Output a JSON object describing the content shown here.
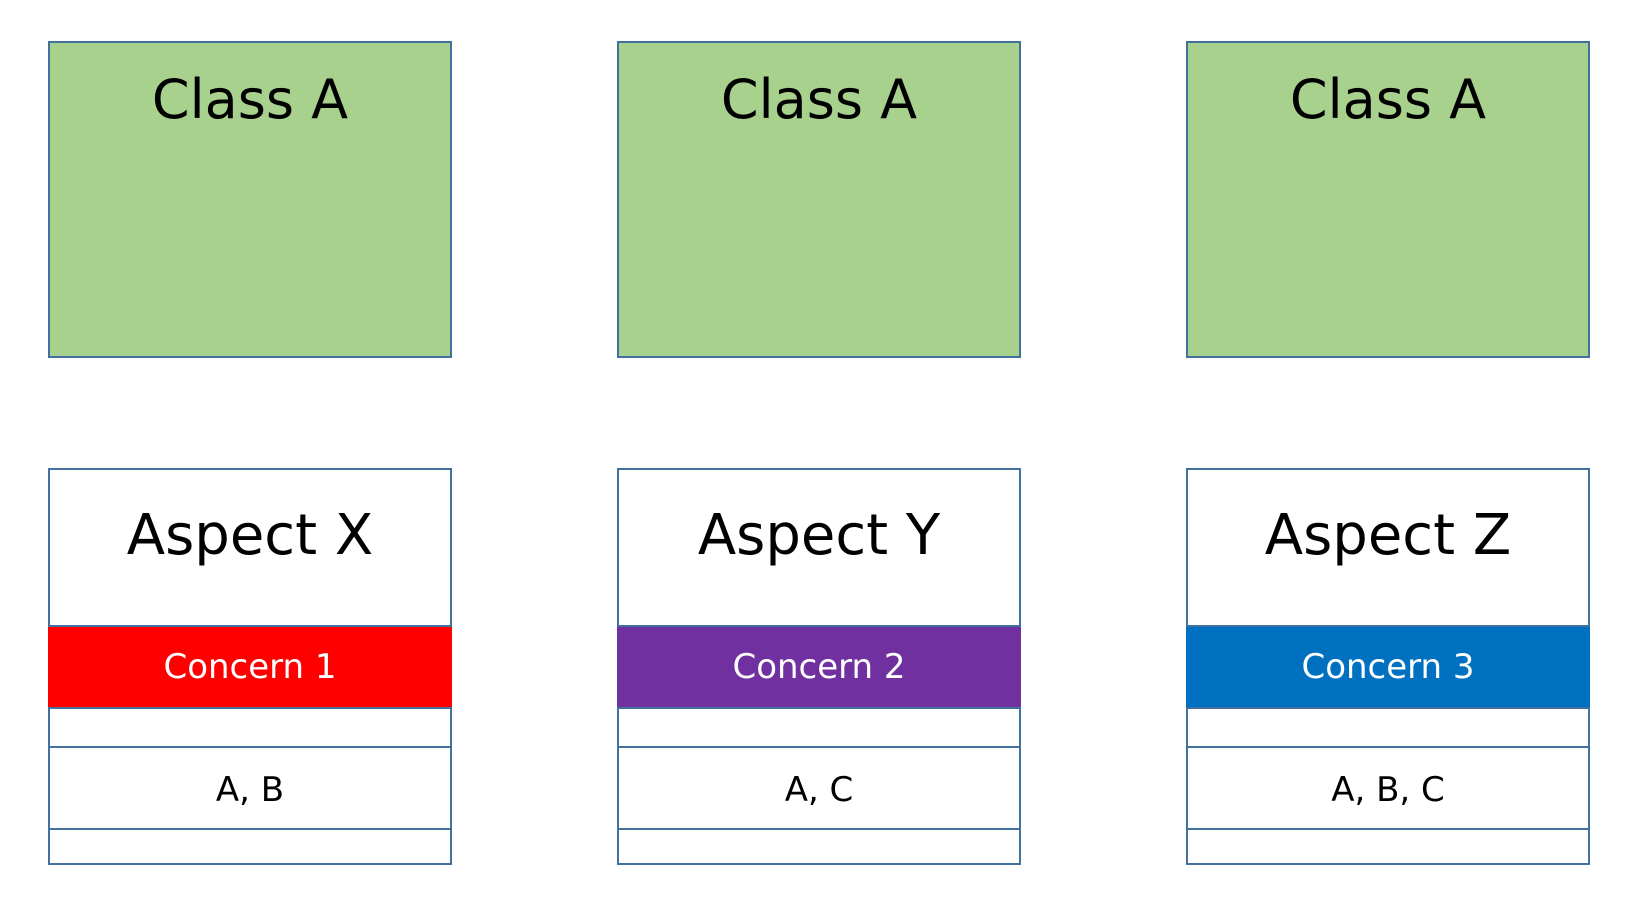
{
  "classes": [
    {
      "title": "Class A"
    },
    {
      "title": "Class A"
    },
    {
      "title": "Class A"
    }
  ],
  "aspects": [
    {
      "title": "Aspect X",
      "concern": "Concern 1",
      "concern_color": "#ff0000",
      "targets": "A, B"
    },
    {
      "title": "Aspect Y",
      "concern": "Concern 2",
      "concern_color": "#7030a0",
      "targets": "A, C"
    },
    {
      "title": "Aspect Z",
      "concern": "Concern 3",
      "concern_color": "#0070c0",
      "targets": "A, B, C"
    }
  ],
  "colors": {
    "class_fill": "#a9d18e",
    "border": "#41719c"
  }
}
